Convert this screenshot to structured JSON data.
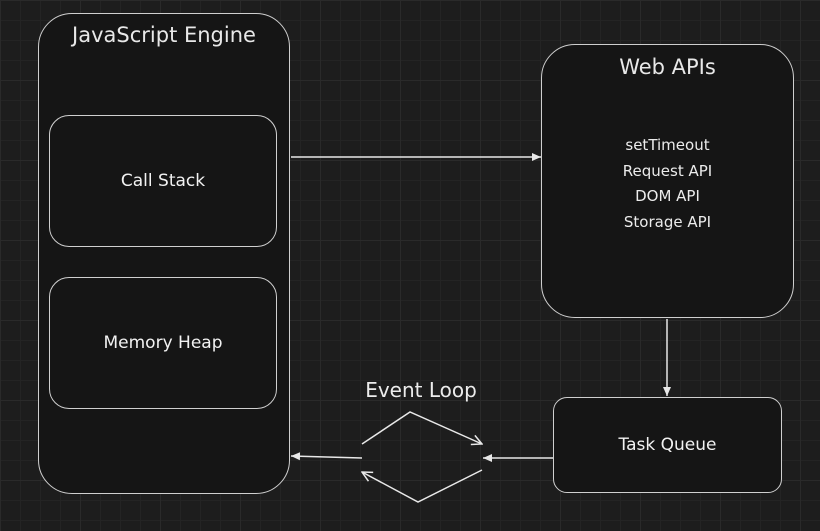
{
  "engine": {
    "title": "JavaScript Engine",
    "call_stack": "Call Stack",
    "memory_heap": "Memory Heap"
  },
  "web_apis": {
    "title": "Web APIs",
    "items": [
      "setTimeout",
      "Request API",
      "DOM API",
      "Storage API"
    ]
  },
  "task_queue": "Task Queue",
  "event_loop": "Event Loop",
  "colors": {
    "background": "#1d1d1d",
    "box_fill": "#151515",
    "stroke": "#cfcfcf",
    "text": "#f0f0f0"
  }
}
